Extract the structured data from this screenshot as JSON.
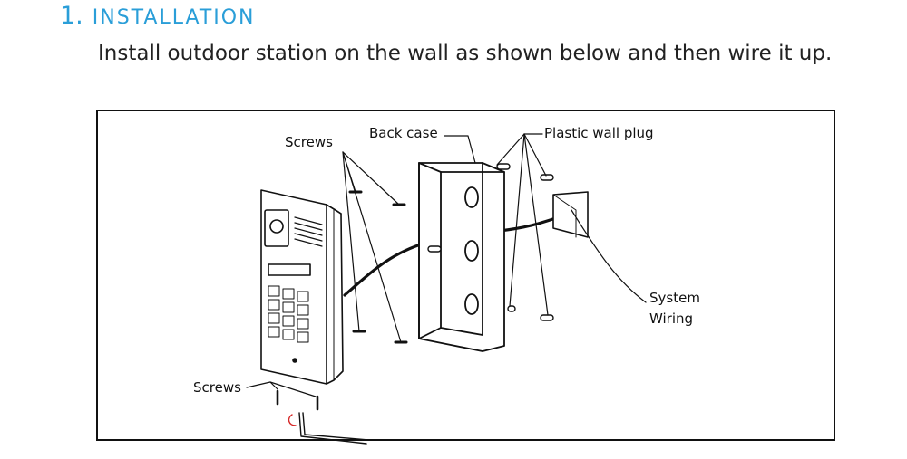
{
  "section": {
    "number": "1.",
    "title": "INSTALLATION",
    "description": "Install outdoor station on the wall as shown below and then wire it up."
  },
  "diagram": {
    "labels": {
      "screws_top": "Screws",
      "back_case": "Back case",
      "plastic_wall_plug": "Plastic wall plug",
      "system_wiring_line1": "System",
      "system_wiring_line2": "Wiring",
      "screws_bottom": "Screws"
    }
  },
  "colors": {
    "heading": "#2a9ed8",
    "text": "#222222",
    "line": "#111111"
  }
}
